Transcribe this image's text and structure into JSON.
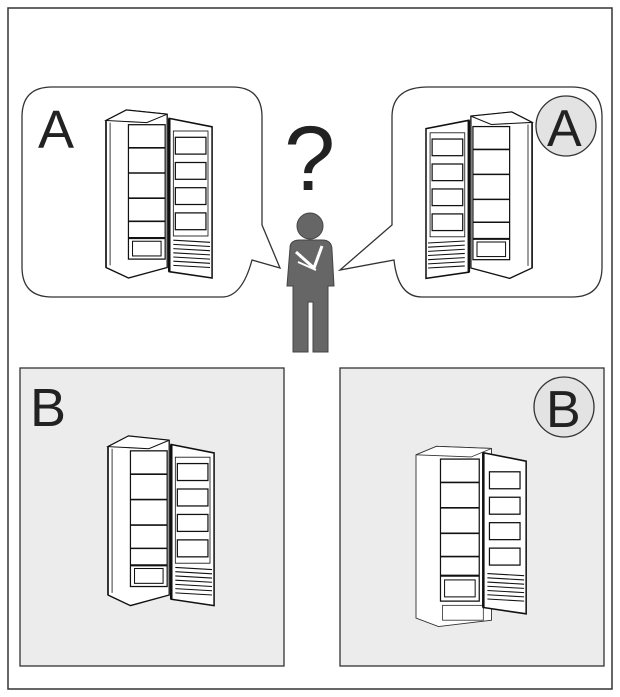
{
  "labels": {
    "top_left": "A",
    "top_right": "A",
    "bottom_left": "B",
    "bottom_right": "B"
  },
  "question_mark": "?",
  "colors": {
    "frame": "#333333",
    "panel_fill": "#ececec",
    "circle_fill": "#e3e3e3",
    "person": "#666666",
    "fridge_line": "#111111"
  },
  "icons": {
    "person": "thinking-person-icon",
    "question": "question-mark-icon",
    "fridge": "open-fridge-icon"
  }
}
